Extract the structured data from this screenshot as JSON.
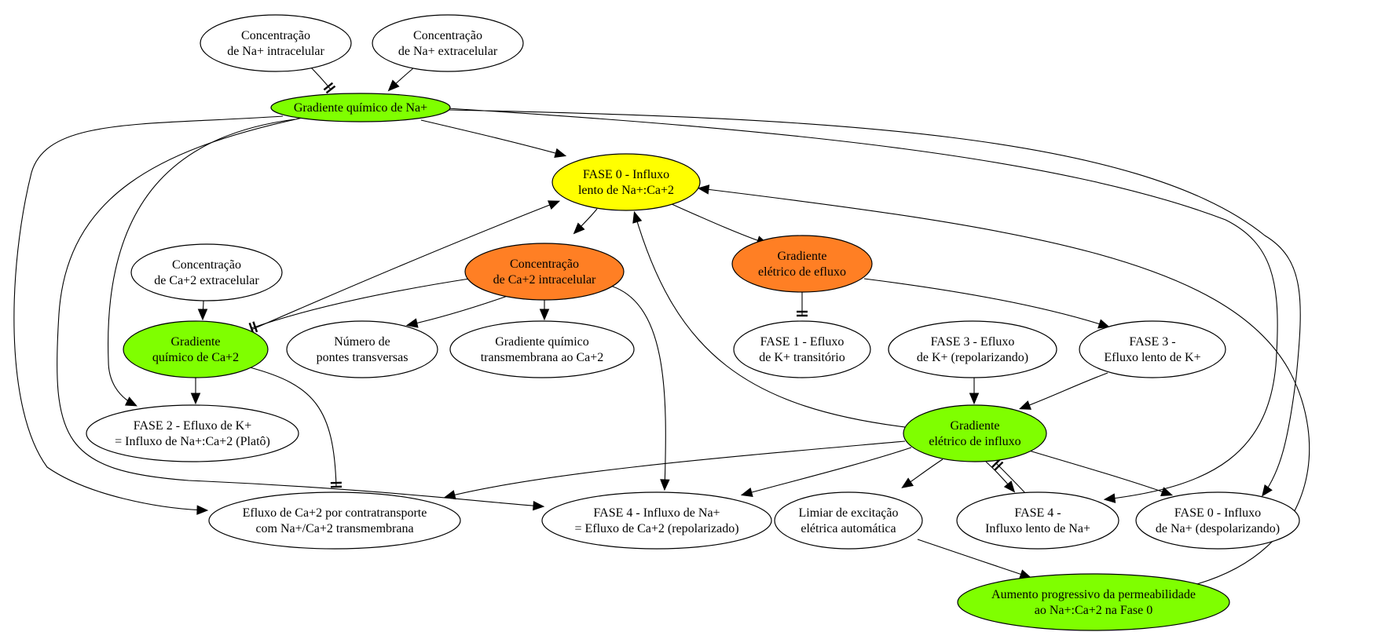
{
  "colors": {
    "green": "#7fff00",
    "yellow": "#ffff00",
    "orange": "#ff7f24",
    "white": "#ffffff",
    "line": "#000000"
  },
  "nodes": [
    {
      "id": "na_in",
      "lines": [
        "Concentração",
        "de Na+ intracelular"
      ],
      "fill": "white"
    },
    {
      "id": "na_ex",
      "lines": [
        "Concentração",
        "de Na+ extracelular"
      ],
      "fill": "white"
    },
    {
      "id": "grad_na",
      "lines": [
        "Gradiente químico de Na+"
      ],
      "fill": "green"
    },
    {
      "id": "fase0_lento",
      "lines": [
        "FASE 0 - Influxo",
        "lento de Na+:Ca+2"
      ],
      "fill": "yellow"
    },
    {
      "id": "ca_ex",
      "lines": [
        "Concentração",
        "de Ca+2 extracelular"
      ],
      "fill": "white"
    },
    {
      "id": "ca_in",
      "lines": [
        "Concentração",
        "de Ca+2 intracelular"
      ],
      "fill": "orange"
    },
    {
      "id": "grad_efl",
      "lines": [
        "Gradiente",
        "elétrico de efluxo"
      ],
      "fill": "orange"
    },
    {
      "id": "grad_ca",
      "lines": [
        "Gradiente",
        "químico de Ca+2"
      ],
      "fill": "green"
    },
    {
      "id": "pontes",
      "lines": [
        "Número de",
        "pontes transversas"
      ],
      "fill": "white"
    },
    {
      "id": "grad_ca_trans",
      "lines": [
        "Gradiente químico",
        "transmembrana ao Ca+2"
      ],
      "fill": "white"
    },
    {
      "id": "fase1",
      "lines": [
        "FASE 1 - Efluxo",
        "de K+ transitório"
      ],
      "fill": "white"
    },
    {
      "id": "fase3_rep",
      "lines": [
        "FASE 3 - Efluxo",
        "de K+ (repolarizando)"
      ],
      "fill": "white"
    },
    {
      "id": "fase3_lento",
      "lines": [
        "FASE 3 -",
        "Efluxo lento de K+"
      ],
      "fill": "white"
    },
    {
      "id": "fase2",
      "lines": [
        "FASE 2 - Efluxo de K+",
        "= Influxo de Na+:Ca+2 (Platô)"
      ],
      "fill": "white"
    },
    {
      "id": "grad_infl",
      "lines": [
        "Gradiente",
        "elétrico de influxo"
      ],
      "fill": "green"
    },
    {
      "id": "efluxo_ca",
      "lines": [
        "Efluxo de Ca+2 por contratransporte",
        "com Na+/Ca+2 transmembrana"
      ],
      "fill": "white"
    },
    {
      "id": "fase4_na",
      "lines": [
        "FASE 4 - Influxo de Na+",
        "= Efluxo de Ca+2 (repolarizado)"
      ],
      "fill": "white"
    },
    {
      "id": "limiar",
      "lines": [
        "Limiar de excitação",
        "elétrica automática"
      ],
      "fill": "white"
    },
    {
      "id": "fase4_lento",
      "lines": [
        "FASE 4 -",
        "Influxo lento de Na+"
      ],
      "fill": "white"
    },
    {
      "id": "fase0_desp",
      "lines": [
        "FASE 0 - Influxo",
        "de Na+ (despolarizando)"
      ],
      "fill": "white"
    },
    {
      "id": "aumento",
      "lines": [
        "Aumento progressivo da permeabilidade",
        "ao Na+:Ca+2 na Fase 0"
      ],
      "fill": "green"
    }
  ],
  "edges": [
    {
      "from": "na_in",
      "to": "grad_na",
      "head": "tee"
    },
    {
      "from": "na_ex",
      "to": "grad_na",
      "head": "arrow"
    },
    {
      "from": "grad_na",
      "to": "fase0_lento",
      "head": "arrow"
    },
    {
      "from": "grad_na",
      "to": "fase2",
      "head": "arrow"
    },
    {
      "from": "grad_na",
      "to": "efluxo_ca",
      "head": "arrow"
    },
    {
      "from": "grad_na",
      "to": "fase4_na",
      "head": "arrow"
    },
    {
      "from": "grad_na",
      "to": "fase4_lento",
      "head": "arrow"
    },
    {
      "from": "grad_na",
      "to": "fase0_desp",
      "head": "arrow"
    },
    {
      "from": "fase0_lento",
      "to": "ca_in",
      "head": "arrow"
    },
    {
      "from": "fase0_lento",
      "to": "grad_efl",
      "head": "arrow"
    },
    {
      "from": "ca_ex",
      "to": "grad_ca",
      "head": "arrow"
    },
    {
      "from": "ca_in",
      "to": "grad_ca",
      "head": "tee"
    },
    {
      "from": "ca_in",
      "to": "pontes",
      "head": "arrow"
    },
    {
      "from": "ca_in",
      "to": "grad_ca_trans",
      "head": "arrow"
    },
    {
      "from": "ca_in",
      "to": "fase4_na",
      "head": "arrow"
    },
    {
      "from": "grad_ca",
      "to": "fase0_lento",
      "head": "arrow"
    },
    {
      "from": "grad_ca",
      "to": "fase2",
      "head": "arrow"
    },
    {
      "from": "grad_ca",
      "to": "efluxo_ca",
      "head": "tee"
    },
    {
      "from": "grad_efl",
      "to": "fase1",
      "head": "tee"
    },
    {
      "from": "grad_efl",
      "to": "fase3_lento",
      "head": "arrow"
    },
    {
      "from": "fase3_rep",
      "to": "grad_infl",
      "head": "arrow"
    },
    {
      "from": "fase3_lento",
      "to": "grad_infl",
      "head": "arrow"
    },
    {
      "from": "grad_infl",
      "to": "fase0_lento",
      "head": "arrow"
    },
    {
      "from": "grad_infl",
      "to": "efluxo_ca",
      "head": "arrow"
    },
    {
      "from": "grad_infl",
      "to": "fase4_na",
      "head": "arrow"
    },
    {
      "from": "grad_infl",
      "to": "limiar",
      "head": "arrow"
    },
    {
      "from": "grad_infl",
      "to": "fase4_lento",
      "head": "arrow"
    },
    {
      "from": "grad_infl",
      "to": "fase0_desp",
      "head": "arrow"
    },
    {
      "from": "fase4_lento",
      "to": "grad_infl",
      "head": "tee"
    },
    {
      "from": "limiar",
      "to": "aumento",
      "head": "arrow"
    },
    {
      "from": "aumento",
      "to": "fase0_lento",
      "head": "arrow"
    }
  ]
}
